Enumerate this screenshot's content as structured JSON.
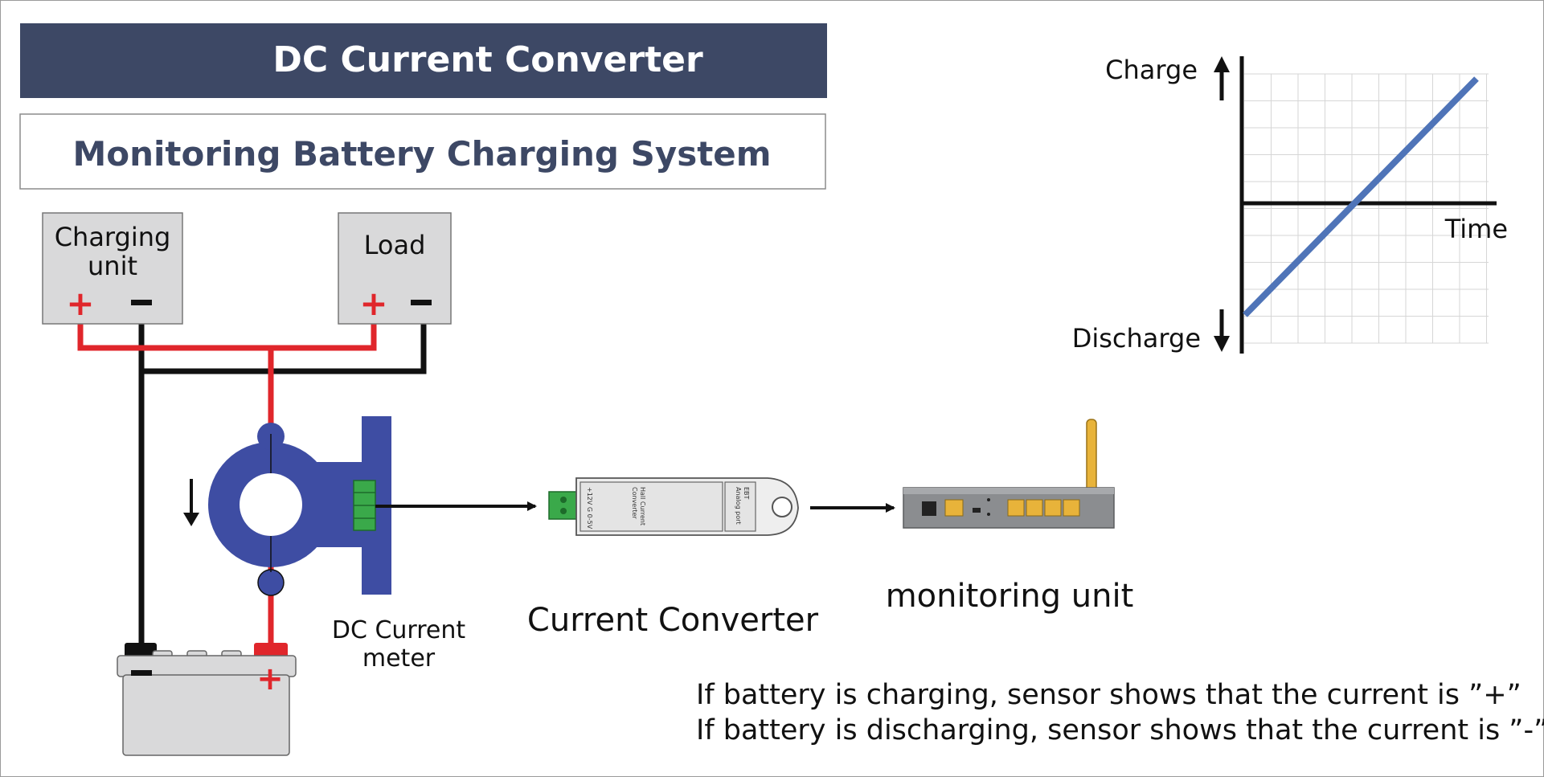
{
  "header": {
    "title": "DC Current Converter",
    "subtitle": "Monitoring Battery Charging System"
  },
  "charging_unit": {
    "label_line1": "Charging",
    "label_line2": "unit",
    "plus": "+",
    "minus": "−"
  },
  "load": {
    "label": "Load",
    "plus": "+",
    "minus": "−"
  },
  "battery": {
    "plus": "+",
    "minus": "−"
  },
  "meter": {
    "label_line1": "DC Current",
    "label_line2": "meter"
  },
  "converter": {
    "label": "Current Converter",
    "device_text1": "+12V  G  0-5V",
    "device_text2": "Hall Current",
    "device_text3": "Converter",
    "device_text4": "EBT",
    "device_text5": "Analog port"
  },
  "monitor": {
    "label": "monitoring unit"
  },
  "graph": {
    "y_top_label": "Charge",
    "y_bottom_label": "Discharge",
    "x_label": "Time"
  },
  "notes": {
    "line1": "If battery is charging, sensor shows that the current is ”+”",
    "line2": "If battery is discharging, sensor shows that the current is ”-”."
  },
  "colors": {
    "header_bg": "#3d4865",
    "title_text": "#3d4865",
    "wire_red": "#e0262b",
    "wire_black": "#111111",
    "sensor_blue": "#3e4da3",
    "terminal_green": "#3aa94a",
    "graph_line": "#4f74b8",
    "box_gray": "#d9d9da"
  }
}
